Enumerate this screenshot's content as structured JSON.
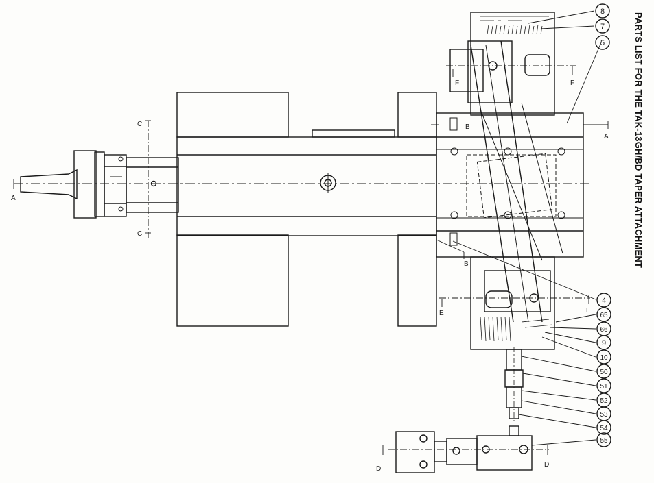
{
  "title": "PARTS LIST FOR THE TAK-13GH/BD TAPER ATTACHMENT",
  "callouts": [
    "8",
    "7",
    "5",
    "4",
    "65",
    "66",
    "9",
    "10",
    "50",
    "51",
    "52",
    "53",
    "54",
    "55"
  ],
  "section_marks": {
    "a": "A",
    "b": "B",
    "c": "C",
    "d": "D",
    "e": "E",
    "f": "F"
  },
  "colors": {
    "ink": "#1a1a1a",
    "paper": "#fdfdfb"
  }
}
